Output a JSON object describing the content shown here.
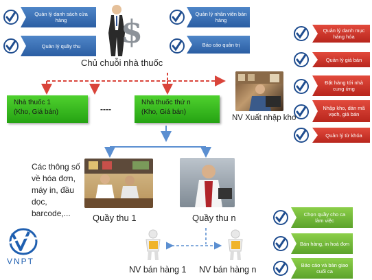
{
  "top_left_features": [
    "Quản lý danh sách cửa hàng",
    "Quản lý quầy thu"
  ],
  "top_right_features": [
    "Quản lý nhân viên bán hàng",
    "Báo cáo quản trị"
  ],
  "owner_label": "Chủ chuỗi nhà thuốc",
  "warehouse_features": [
    "Quản lý danh mục hàng hóa",
    "Quản lý giá bán",
    "Đặt hàng tới nhà cung ứng",
    "Nhập kho, dán mã vạch, giá bán",
    "Quản lý từ khóa"
  ],
  "store_1": {
    "line1": "Nhà thuốc  1",
    "line2": "(Kho, Giá bán)"
  },
  "store_n": {
    "line1": "Nhà thuốc  thứ n",
    "line2": "(Kho, Giá bán)"
  },
  "ellipsis": "----",
  "warehouse_label": "NV Xuất nhập kho",
  "hardware_note": [
    "Các thông số",
    "về hóa đơn,",
    "máy in, đầu",
    "dọc,",
    "barcode,..."
  ],
  "counter_1_label": "Quầy thu 1",
  "counter_n_label": "Quầy thu n",
  "sales_1_label": "NV bán hàng 1",
  "sales_n_label": "NV bán hàng n",
  "cashier_features": [
    "Chọn quầy cho ca làm việc",
    "Bán hàng, in hoá đơn",
    "Báo cáo và bàn giao cuối ca"
  ],
  "logo_text": "VNPT",
  "colors": {
    "blue_tag": "#2b5ea3",
    "red_tag": "#c0281e",
    "green_tag": "#5ca32b",
    "store_green": "#2fb81a",
    "arrow_blue": "#5b8fd1",
    "arrow_red": "#d9443a",
    "logo_blue": "#1f5fb0"
  }
}
